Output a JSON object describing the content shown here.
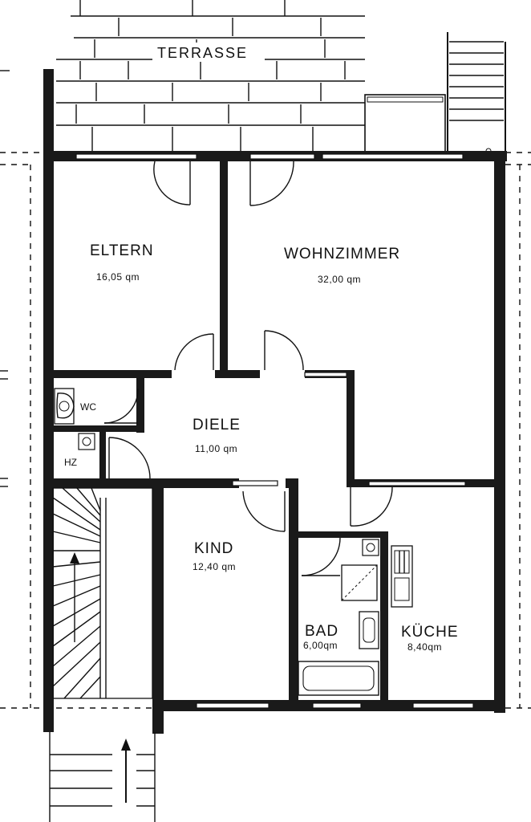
{
  "plan": {
    "terrace_label": "TERRASSE",
    "rooms": {
      "eltern": {
        "name": "ELTERN",
        "area": "16,05 qm"
      },
      "wohnzimmer": {
        "name": "WOHNZIMMER",
        "area": "32,00 qm"
      },
      "diele": {
        "name": "DIELE",
        "area": "11,00 qm"
      },
      "kind": {
        "name": "KIND",
        "area": "12,40 qm"
      },
      "bad": {
        "name": "BAD",
        "area": "6,00qm"
      },
      "kueche": {
        "name": "KÜCHE",
        "area": "8,40qm"
      },
      "wc": {
        "name": "WC"
      },
      "hz": {
        "name": "HZ"
      }
    },
    "colors": {
      "ink": "#111111",
      "paper": "#ffffff"
    }
  }
}
